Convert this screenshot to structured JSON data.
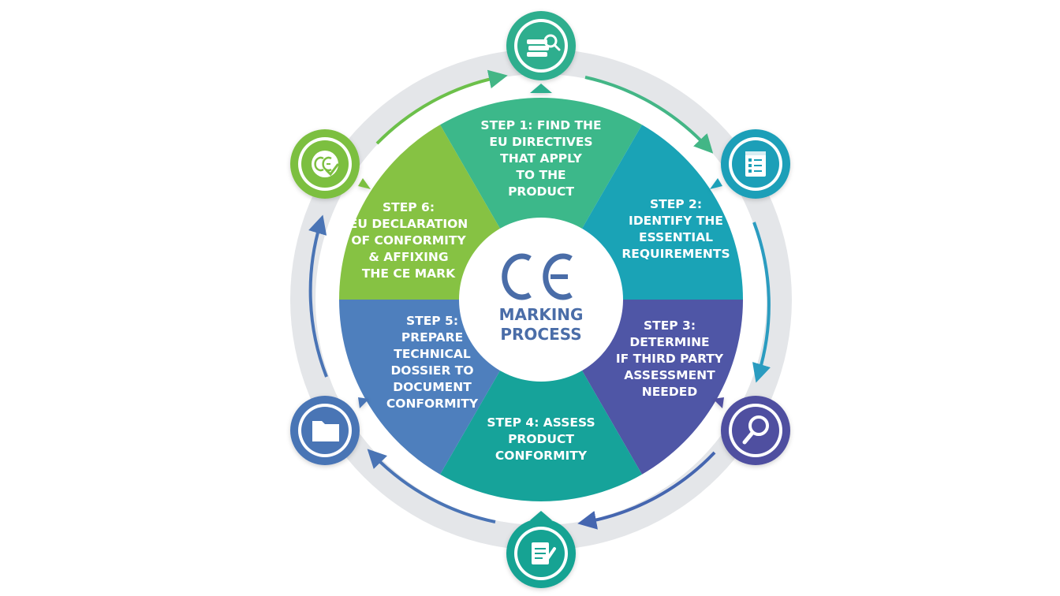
{
  "diagram": {
    "center": {
      "logo_text": "CE",
      "title_lines": [
        "MARKING",
        "PROCESS"
      ]
    },
    "steps": [
      {
        "name": "step-1",
        "lines": [
          "STEP 1: FIND THE",
          "EU DIRECTIVES",
          "THAT APPLY",
          "TO THE",
          "PRODUCT"
        ],
        "color": "#3cb88a",
        "icon": "book-search-icon"
      },
      {
        "name": "step-2",
        "lines": [
          "STEP 2:",
          "IDENTIFY THE",
          "ESSENTIAL",
          "REQUIREMENTS"
        ],
        "color": "#1aa3b6",
        "icon": "checklist-icon"
      },
      {
        "name": "step-3",
        "lines": [
          "STEP 3:",
          "DETERMINE",
          "IF THIRD PARTY",
          "ASSESSMENT",
          "NEEDED"
        ],
        "color": "#4f56a6",
        "icon": "magnifier-icon"
      },
      {
        "name": "step-4",
        "lines": [
          "STEP 4: ASSESS",
          "PRODUCT",
          "CONFORMITY"
        ],
        "color": "#16a39a",
        "icon": "document-pen-icon"
      },
      {
        "name": "step-5",
        "lines": [
          "STEP 5:",
          "PREPARE",
          "TECHNICAL",
          "DOSSIER TO",
          "DOCUMENT",
          "CONFORMITY"
        ],
        "color": "#4e7fbd",
        "icon": "folder-icon"
      },
      {
        "name": "step-6",
        "lines": [
          "STEP 6:",
          "EU DECLARATION",
          "OF CONFORMITY",
          "& AFFIXING",
          "THE CE MARK"
        ],
        "color": "#86c243",
        "icon": "ce-check-icon"
      }
    ],
    "colors": {
      "ring": "#e4e6e9",
      "center_text": "#4a6da8",
      "badge_border_1": "#2fae8e",
      "badge_border_2": "#1a9fb8",
      "badge_border_3": "#4f4fa0",
      "badge_border_4": "#18a393",
      "badge_border_5": "#4a74b5",
      "badge_border_6": "#7cbf3f"
    }
  }
}
